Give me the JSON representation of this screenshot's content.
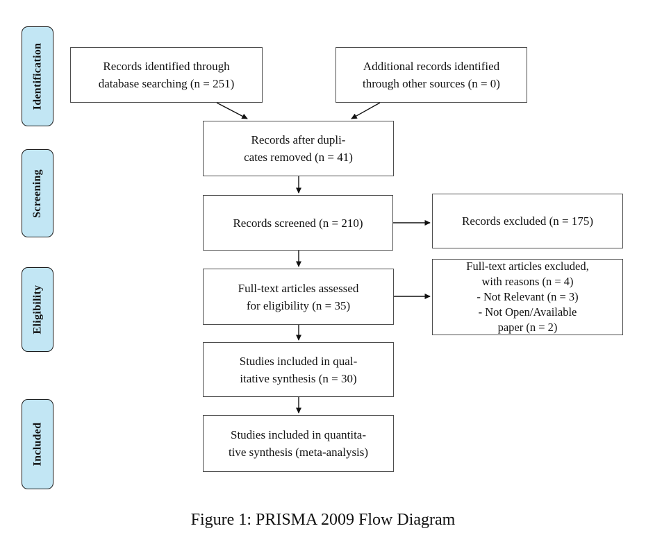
{
  "figure": {
    "caption": "Figure 1: PRISMA 2009 Flow Diagram"
  },
  "phases": {
    "identification": "Identification",
    "screening": "Screening",
    "eligibility": "Eligibility",
    "included": "Included"
  },
  "flow": {
    "identified": {
      "line1": "Records identified through",
      "line2": "database searching (n = 251)"
    },
    "additional": {
      "line1": "Additional records identified",
      "line2": "through other sources (n = 0)"
    },
    "duplicates": {
      "line1": "Records after dupli-",
      "line2": "cates removed (n = 41)"
    },
    "screened": {
      "line1": "Records screened (n = 210)"
    },
    "excluded": {
      "line1": "Records excluded (n = 175)"
    },
    "fulltext": {
      "line1": "Full-text articles assessed",
      "line2": "for eligibility (n = 35)"
    },
    "fulltext_excluded": {
      "line1": "Full-text articles excluded,",
      "line2": "with reasons (n = 4)",
      "line3": "- Not Relevant (n = 3)",
      "line4": "- Not Open/Available",
      "line5": "paper (n = 2)"
    },
    "qualitative": {
      "line1": "Studies included in qual-",
      "line2": "itative synthesis (n = 30)"
    },
    "quantitative": {
      "line1": "Studies included in quantita-",
      "line2": "tive synthesis (meta-analysis)"
    }
  },
  "colors": {
    "phase_fill": "#c2e6f4",
    "phase_border": "#1a1a1a",
    "box_border": "#4d4d4d",
    "arrow": "#111111"
  }
}
